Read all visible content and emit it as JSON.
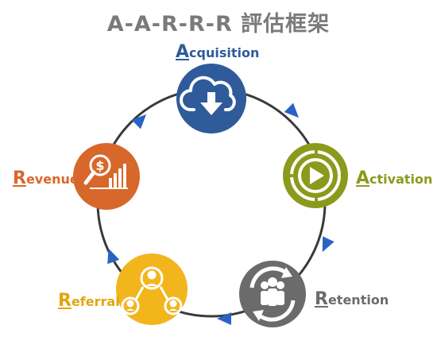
{
  "title": "A-A-R-R-R 評估框架",
  "stages": [
    {
      "key": "acquisition",
      "first": "A",
      "rest": "cquisition",
      "color": "#2f5b9a",
      "label_color": "#2f5b9a",
      "icon": "cloud-download-icon"
    },
    {
      "key": "activation",
      "first": "A",
      "rest": "ctivation",
      "color": "#8c9a1c",
      "label_color": "#8c9a1c",
      "icon": "play-target-icon"
    },
    {
      "key": "retention",
      "first": "R",
      "rest": "etention",
      "color": "#6b6b6b",
      "label_color": "#6b6b6b",
      "icon": "people-cycle-icon"
    },
    {
      "key": "referral",
      "first": "R",
      "rest": "eferral",
      "color": "#f2b51c",
      "label_color": "#e2a510",
      "icon": "referral-network-icon"
    },
    {
      "key": "revenue",
      "first": "R",
      "rest": "evenue",
      "color": "#d8672b",
      "label_color": "#d8672b",
      "icon": "dollar-chart-icon"
    }
  ],
  "ring_color": "#3a3a3a",
  "arrow_color": "#2a63c6"
}
